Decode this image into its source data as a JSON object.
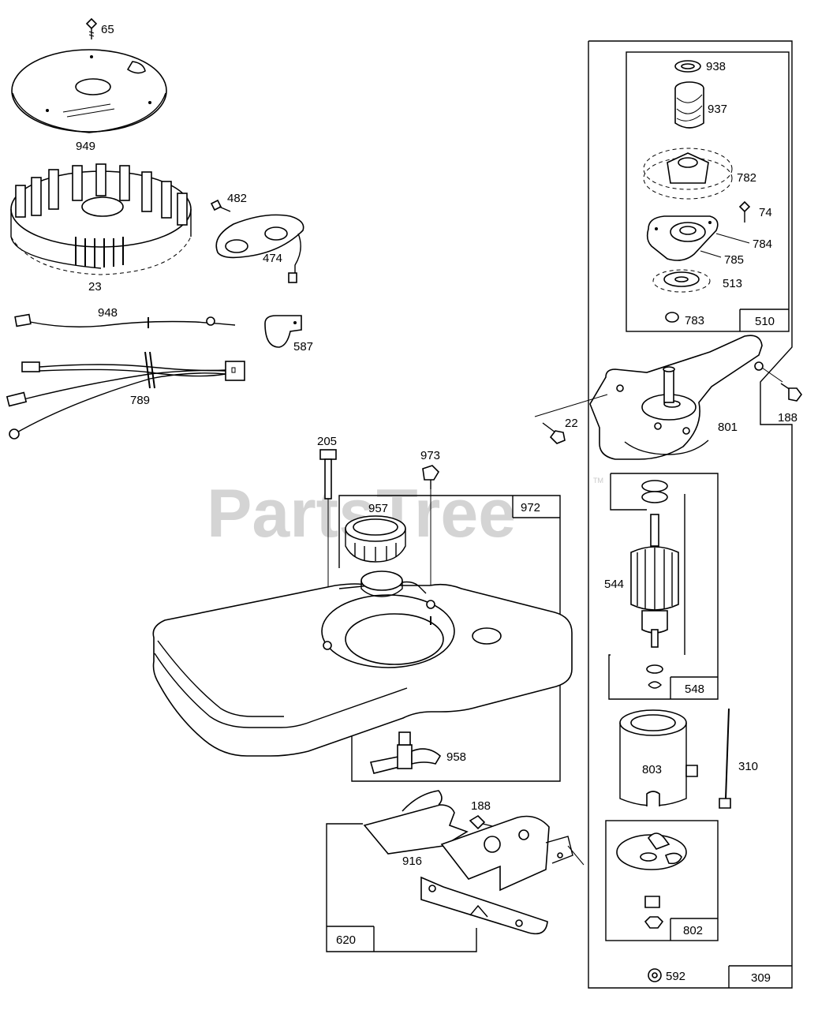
{
  "watermark": {
    "text": "PartsTree",
    "trademark": "TM"
  },
  "parts": {
    "p65": "65",
    "p949": "949",
    "p23": "23",
    "p482": "482",
    "p474": "474",
    "p948": "948",
    "p587": "587",
    "p789": "789",
    "p205": "205",
    "p973": "973",
    "p957": "957",
    "p972": "972",
    "p958": "958",
    "p188a": "188",
    "p916": "916",
    "p620": "620",
    "p938": "938",
    "p937": "937",
    "p782": "782",
    "p74": "74",
    "p784": "784",
    "p785": "785",
    "p513": "513",
    "p783": "783",
    "p510": "510",
    "p22": "22",
    "p801": "801",
    "p188b": "188",
    "p544": "544",
    "p548": "548",
    "p803": "803",
    "p310": "310",
    "p802": "802",
    "p592": "592",
    "p309": "309"
  },
  "colors": {
    "line": "#000000",
    "background": "#ffffff",
    "watermark": "#d4d4d4"
  }
}
